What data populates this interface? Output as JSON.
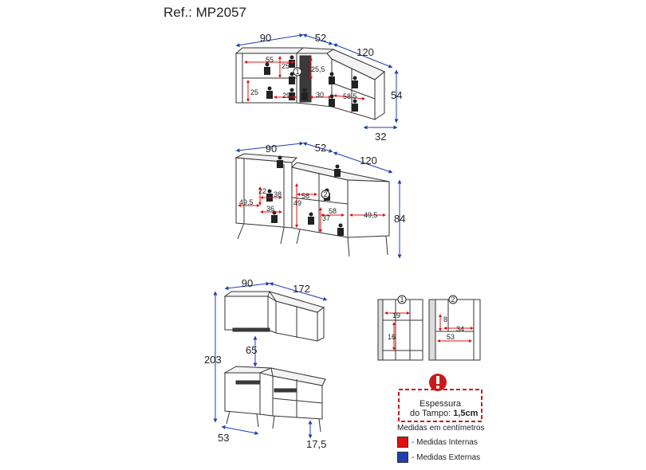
{
  "title": "Ref.: MP2057",
  "colors": {
    "internal": "#e01010",
    "external": "#1f3fb0",
    "warning": "#c91b1b",
    "line": "#333333"
  },
  "top_view": {
    "widths": [
      "90",
      "52",
      "120"
    ],
    "height": "54",
    "depth": "32",
    "internal": [
      "55",
      "25",
      "25,5",
      "25",
      "29",
      "30",
      "58,5"
    ],
    "callout": "1"
  },
  "middle_view": {
    "widths": [
      "90",
      "52",
      "120"
    ],
    "height": "84",
    "internal": [
      "22",
      "38",
      "49,5",
      "36",
      "58",
      "49",
      "37",
      "58",
      "49,5"
    ],
    "callout": "2"
  },
  "bottom_view": {
    "widths": [
      "90",
      "172"
    ],
    "total_height": "203",
    "gap": "65",
    "depth": "53",
    "leg": "17,5"
  },
  "details": {
    "d1": {
      "callout": "1",
      "dims": [
        "19",
        "16"
      ]
    },
    "d2": {
      "callout": "2",
      "dims": [
        "8",
        "34",
        "53"
      ]
    }
  },
  "warning": {
    "line1": "Espessura",
    "line2": "do Tampo: ",
    "value": "1,5cm"
  },
  "legend": {
    "title": "Medidas em centímetros",
    "internal": "- Medidas Internas",
    "external": "- Medidas Externas"
  }
}
